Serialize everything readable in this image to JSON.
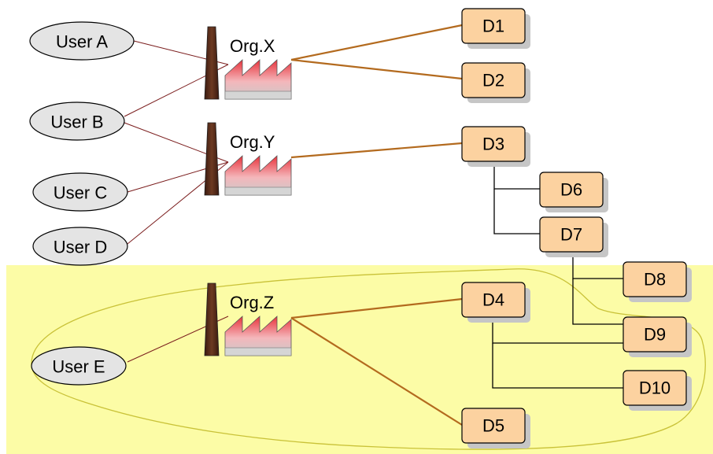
{
  "users": [
    {
      "id": "A",
      "label": "User A"
    },
    {
      "id": "B",
      "label": "User B"
    },
    {
      "id": "C",
      "label": "User C"
    },
    {
      "id": "D",
      "label": "User D"
    },
    {
      "id": "E",
      "label": "User E"
    }
  ],
  "orgs": [
    {
      "id": "X",
      "label": "Org.X"
    },
    {
      "id": "Y",
      "label": "Org.Y"
    },
    {
      "id": "Z",
      "label": "Org.Z"
    }
  ],
  "domains": [
    {
      "id": "D1",
      "label": "D1"
    },
    {
      "id": "D2",
      "label": "D2"
    },
    {
      "id": "D3",
      "label": "D3"
    },
    {
      "id": "D4",
      "label": "D4"
    },
    {
      "id": "D5",
      "label": "D5"
    },
    {
      "id": "D6",
      "label": "D6"
    },
    {
      "id": "D7",
      "label": "D7"
    },
    {
      "id": "D8",
      "label": "D8"
    },
    {
      "id": "D9",
      "label": "D9"
    },
    {
      "id": "D10",
      "label": "D10"
    }
  ],
  "user_org_links": [
    {
      "from": "User A",
      "to": "Org.X"
    },
    {
      "from": "User B",
      "to": "Org.X"
    },
    {
      "from": "User B",
      "to": "Org.Y"
    },
    {
      "from": "User C",
      "to": "Org.Y"
    },
    {
      "from": "User D",
      "to": "Org.Y"
    },
    {
      "from": "User E",
      "to": "Org.Z"
    }
  ],
  "org_domain_links": [
    {
      "from": "Org.X",
      "to": "D1"
    },
    {
      "from": "Org.X",
      "to": "D2"
    },
    {
      "from": "Org.Y",
      "to": "D3"
    },
    {
      "from": "Org.Z",
      "to": "D4"
    },
    {
      "from": "Org.Z",
      "to": "D5"
    }
  ],
  "domain_tree_links": [
    {
      "from": "D3",
      "to": "D6"
    },
    {
      "from": "D3",
      "to": "D7"
    },
    {
      "from": "D7",
      "to": "D8"
    },
    {
      "from": "D7",
      "to": "D9"
    },
    {
      "from": "D4",
      "to": "D9"
    },
    {
      "from": "D4",
      "to": "D10"
    }
  ],
  "colors": {
    "highlight_region": "#fcfca6",
    "highlight_outline": "#c9c238",
    "user_link": "#7a1c1c",
    "org_link": "#b36a1e",
    "tree_link": "#000000",
    "domain_fill": "#fcd2a0",
    "user_fill": "#e4e4e4",
    "chimney": "#5a2a1a",
    "factory_roof": "#e8313a"
  }
}
